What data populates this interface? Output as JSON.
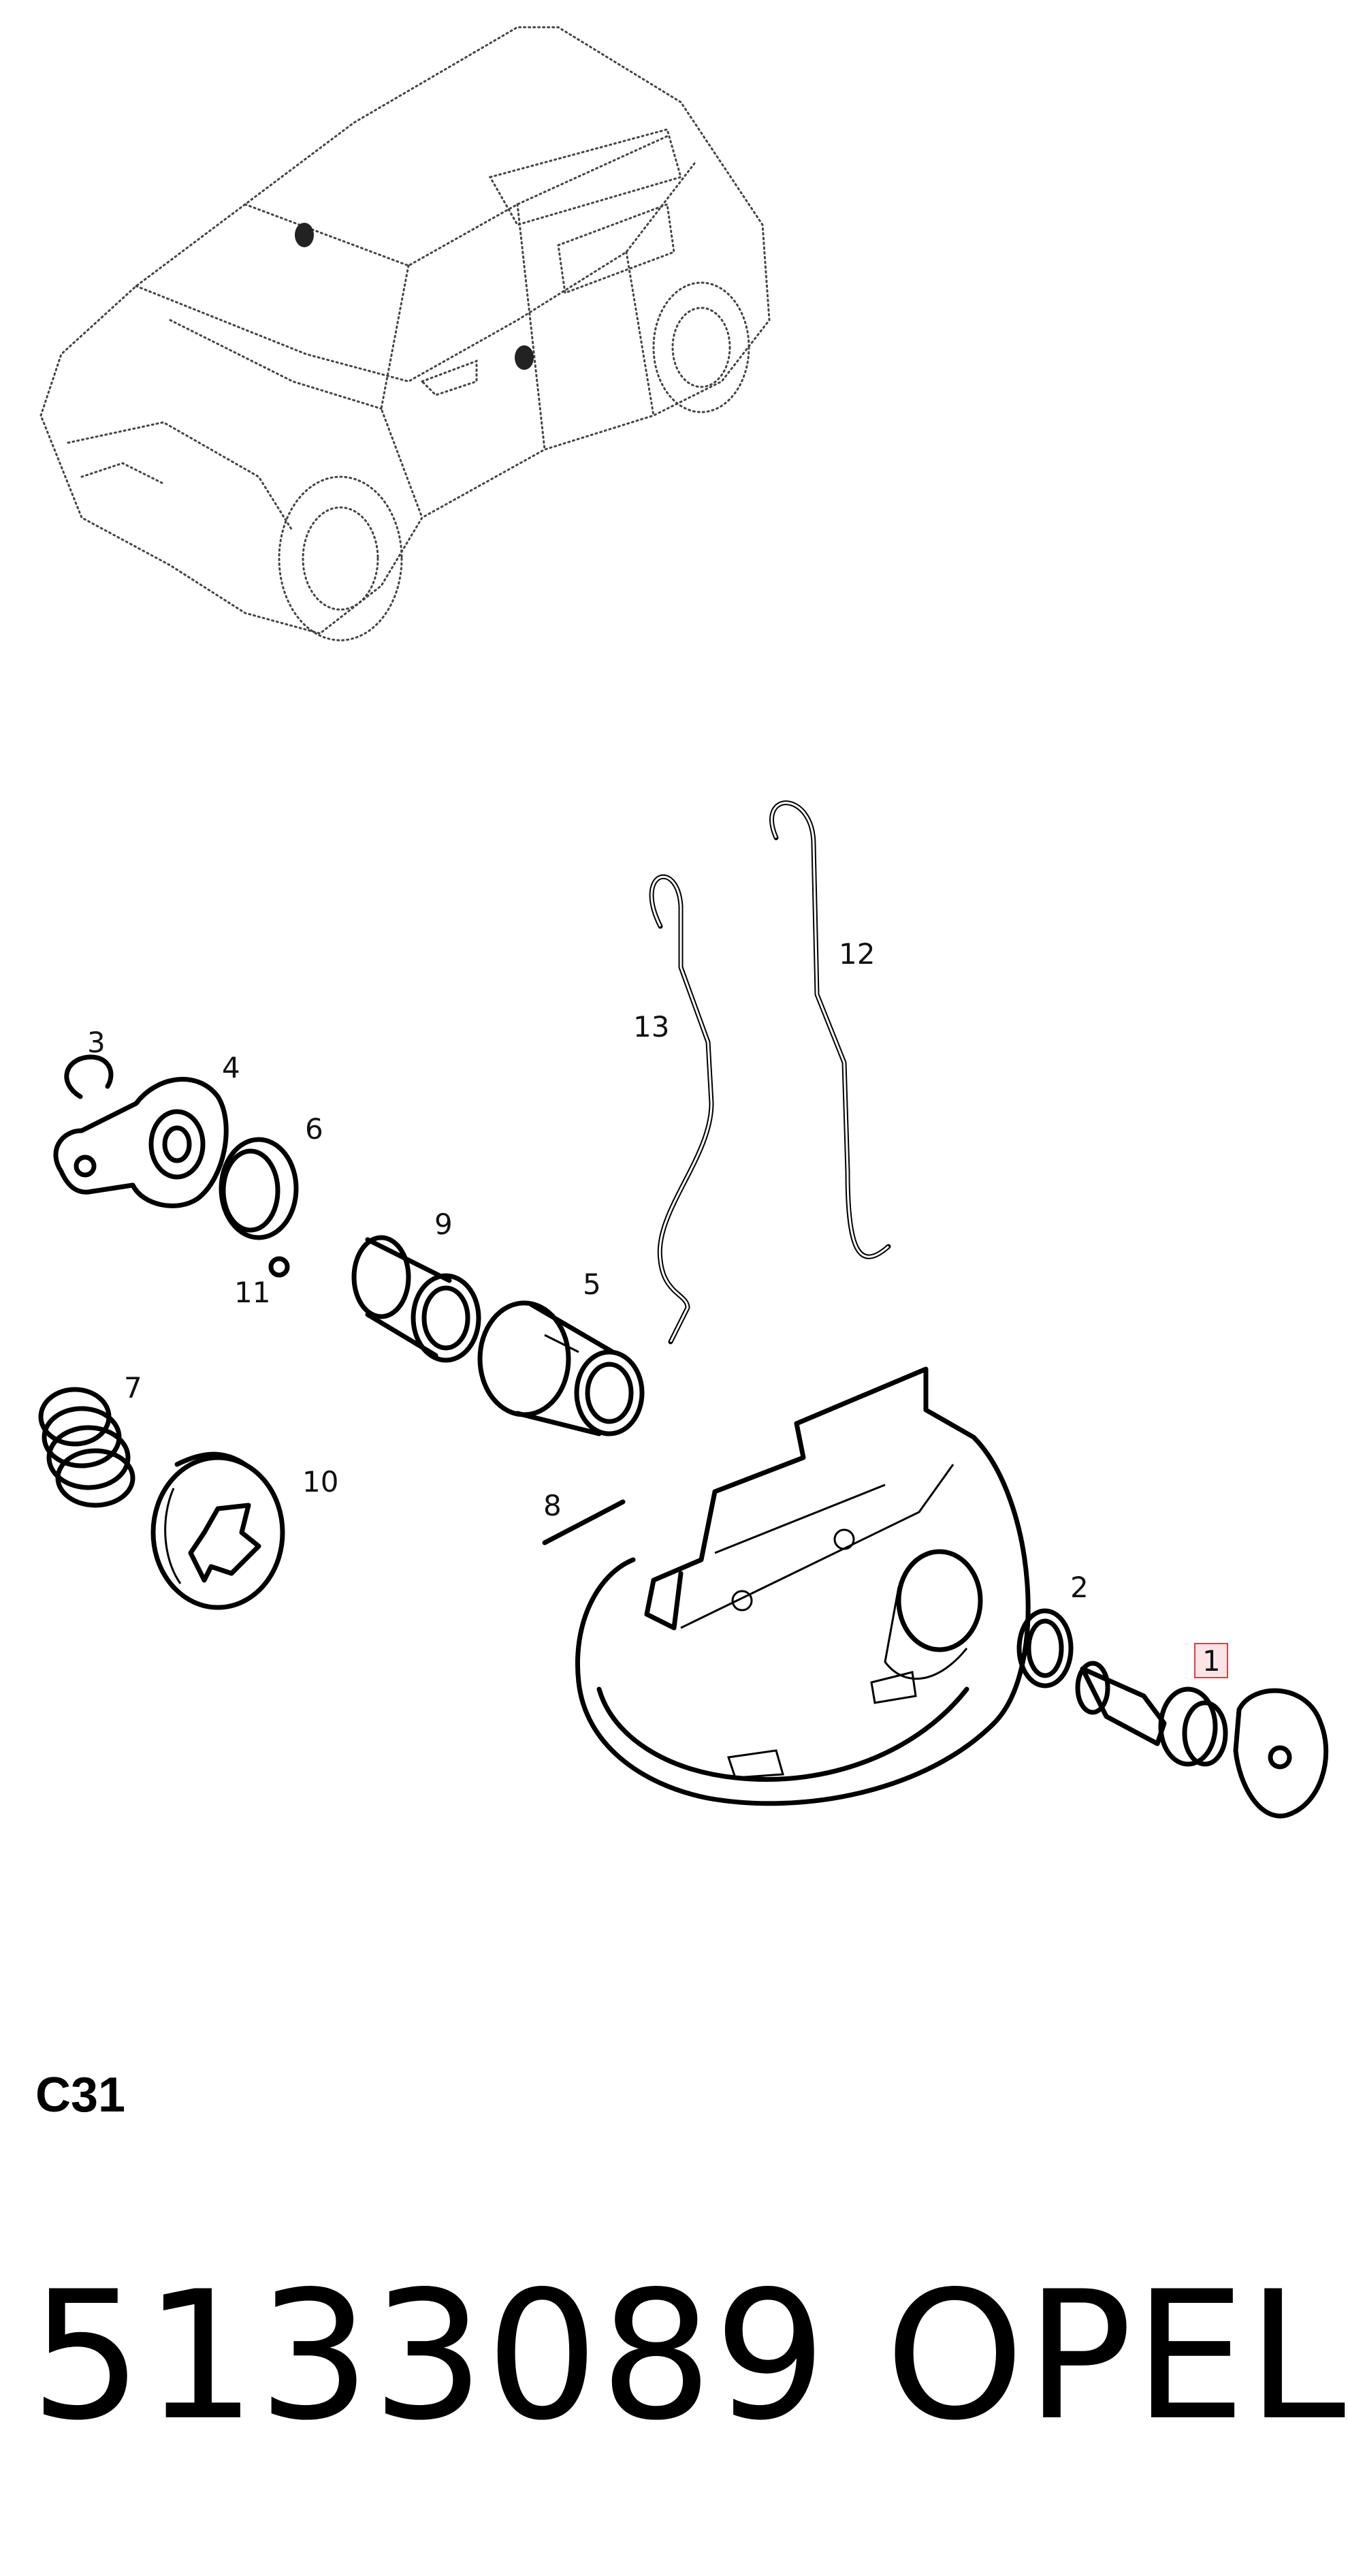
{
  "diagram": {
    "callouts": [
      {
        "id": "1",
        "label": "1",
        "highlighted": true
      },
      {
        "id": "2",
        "label": "2"
      },
      {
        "id": "3",
        "label": "3"
      },
      {
        "id": "4",
        "label": "4"
      },
      {
        "id": "5",
        "label": "5"
      },
      {
        "id": "6",
        "label": "6"
      },
      {
        "id": "7",
        "label": "7"
      },
      {
        "id": "8",
        "label": "8"
      },
      {
        "id": "9",
        "label": "9"
      },
      {
        "id": "10",
        "label": "10"
      },
      {
        "id": "11",
        "label": "11"
      },
      {
        "id": "12",
        "label": "12"
      },
      {
        "id": "13",
        "label": "13"
      }
    ],
    "highlight_color": "#e23a4a"
  },
  "footer": {
    "section_code": "C31",
    "part_number": "5133089",
    "brand": "OPEL"
  }
}
